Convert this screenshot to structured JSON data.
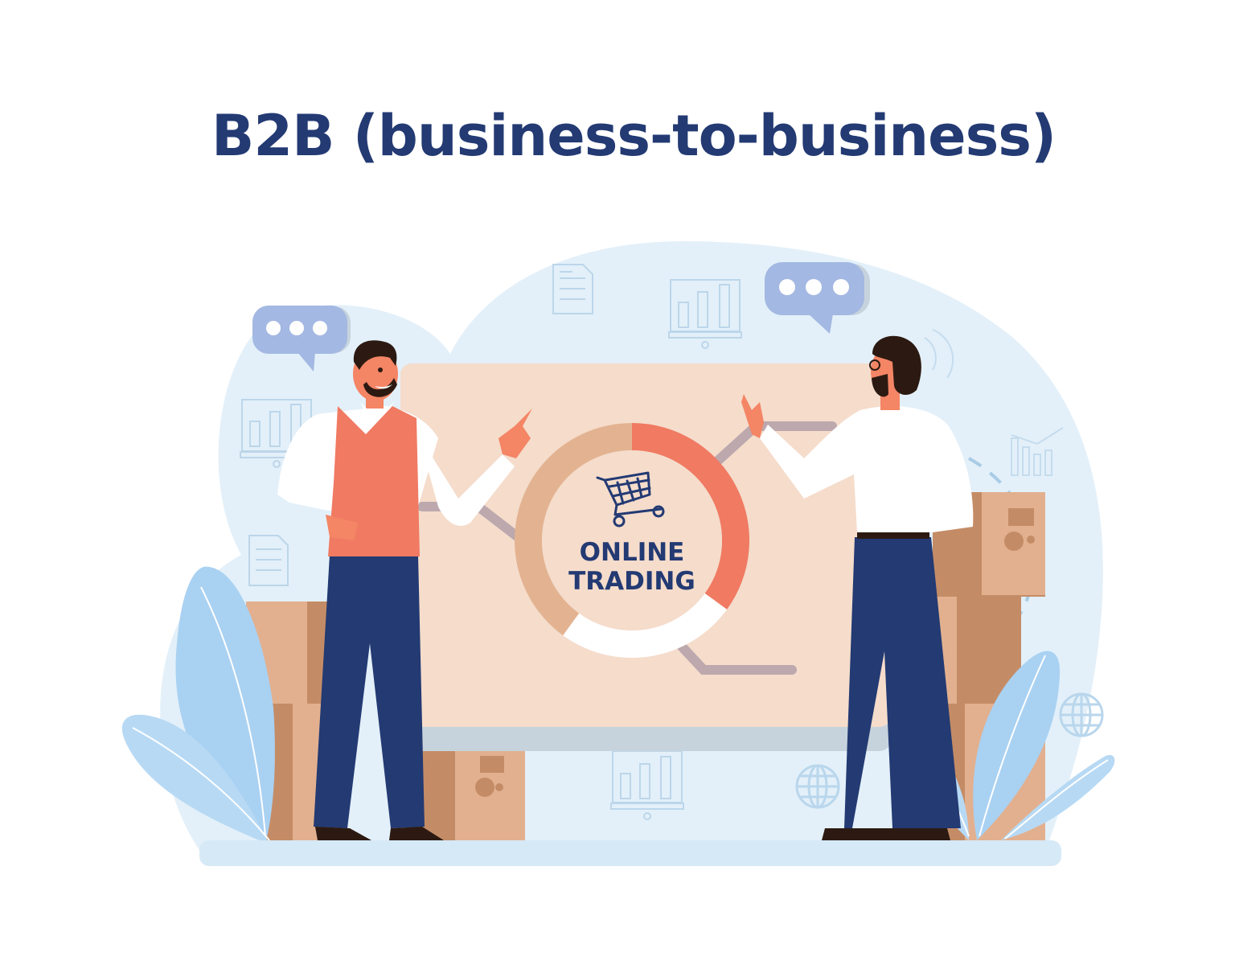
{
  "title": "B2B (business-to-business)",
  "center_label": {
    "line1": "ONLINE",
    "line2": "TRADING"
  },
  "icons": {
    "center": "shopping-cart-icon",
    "speech_left": "speech-bubble-ellipsis-icon",
    "speech_right": "speech-bubble-ellipsis-icon",
    "background": [
      "document-icon",
      "bar-chart-board-icon",
      "globe-icon",
      "donut-chart-icon",
      "trend-chart-icon"
    ]
  },
  "colors": {
    "title": "#233a73",
    "background_blob": "#e3f0f9",
    "screen": "#f5dccb",
    "donut_coral": "#f07a62",
    "donut_tan": "#e3b391",
    "donut_white": "#ffffff",
    "vest": "#f07a62",
    "pants": "#233a73",
    "box_light": "#e2b08f",
    "box_dark": "#c48c66",
    "leaf": "#a9d1f2",
    "bubble": "#a3b8e2"
  },
  "chart_data": {
    "type": "pie",
    "title": "ONLINE TRADING",
    "categories": [
      "coral segment",
      "white segment",
      "tan segment"
    ],
    "values": [
      35,
      25,
      40
    ]
  }
}
